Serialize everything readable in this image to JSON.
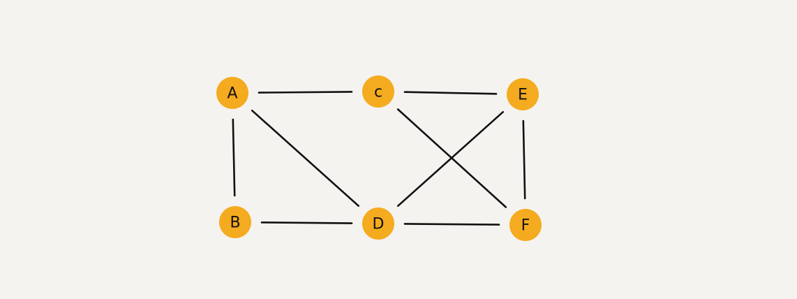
{
  "graph": {
    "colors": {
      "background": "#f4f3ef",
      "node_fill": "#f5ab1f",
      "edge": "#111111",
      "label": "#111111"
    },
    "nodes": [
      {
        "id": "A",
        "label": "A"
      },
      {
        "id": "C",
        "label": "c"
      },
      {
        "id": "E",
        "label": "E"
      },
      {
        "id": "B",
        "label": "B"
      },
      {
        "id": "D",
        "label": "D"
      },
      {
        "id": "F",
        "label": "F"
      }
    ],
    "edges": [
      {
        "from": "A",
        "to": "C"
      },
      {
        "from": "C",
        "to": "E"
      },
      {
        "from": "A",
        "to": "B"
      },
      {
        "from": "A",
        "to": "D"
      },
      {
        "from": "B",
        "to": "D"
      },
      {
        "from": "D",
        "to": "F"
      },
      {
        "from": "C",
        "to": "F"
      },
      {
        "from": "E",
        "to": "D"
      },
      {
        "from": "E",
        "to": "F"
      }
    ]
  }
}
